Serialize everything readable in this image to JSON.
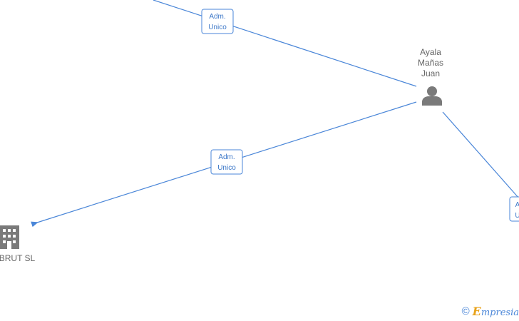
{
  "edges": [
    {
      "label_line1": "Adm.",
      "label_line2": "Unico"
    },
    {
      "label_line1": "Adm.",
      "label_line2": "Unico"
    },
    {
      "label_line1": "A",
      "label_line2": "U"
    }
  ],
  "nodes": {
    "person": {
      "line1": "Ayala",
      "line2": "Mañas",
      "line3": "Juan",
      "icon": "person-icon"
    },
    "company": {
      "label": "BRUT  SL",
      "icon": "building-icon"
    }
  },
  "watermark": {
    "symbol": "©",
    "brand_first": "E",
    "brand_rest": "mpresia"
  },
  "colors": {
    "edge": "#4a86d8",
    "icon": "#7a7a7a",
    "text": "#666666"
  }
}
